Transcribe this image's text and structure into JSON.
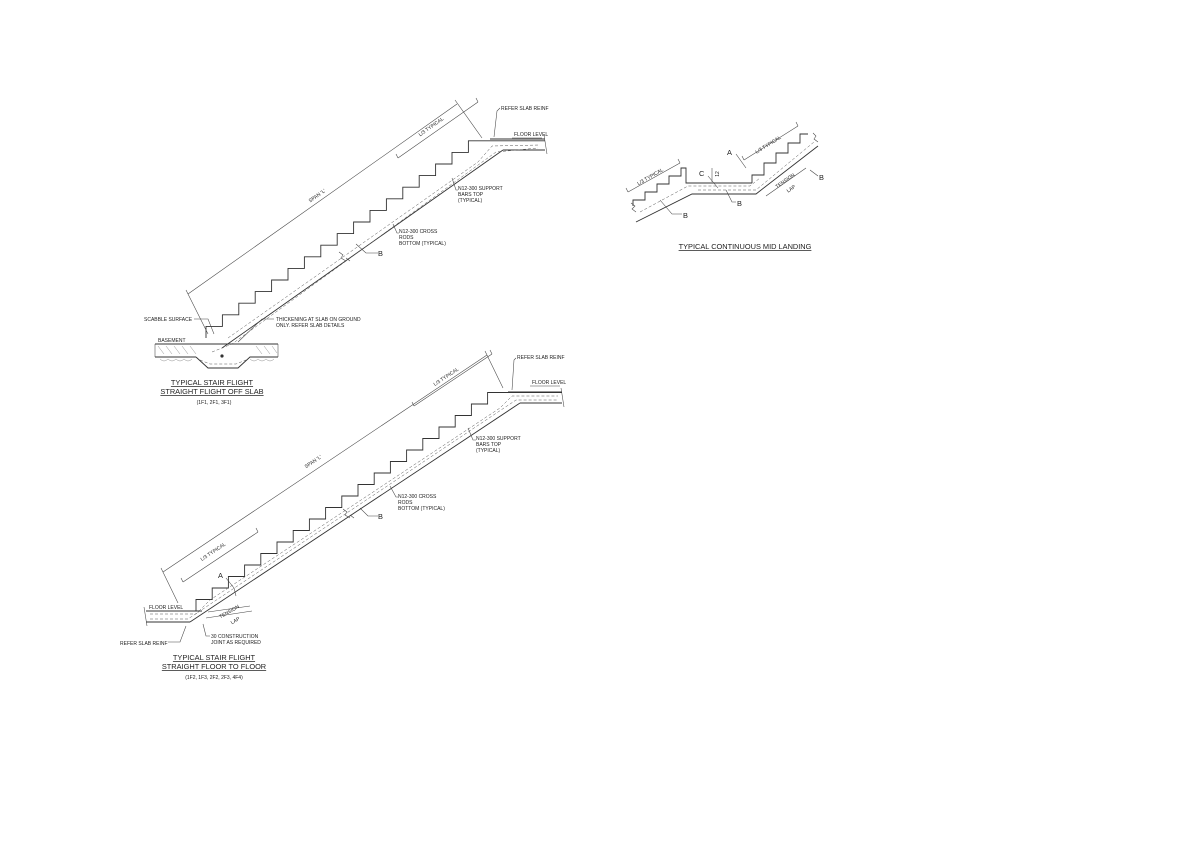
{
  "labels": {
    "refer_slab_reinf": "REFER SLAB REINF",
    "floor_level": "FLOOR LEVEL",
    "l3_typical": "L/3 TYPICAL",
    "span_l": "SPAN 'L'",
    "support_bars": [
      "N12-300 SUPPORT",
      "BARS TOP",
      "(TYPICAL)"
    ],
    "cross_rods": [
      "N12-300 CROSS",
      "RODS",
      "BOTTOM (TYPICAL)"
    ],
    "scabble_surface": "SCABBLE SURFACE",
    "thickening": [
      "THICKENING AT SLAB ON GROUND",
      "ONLY. REFER SLAB DETAILS"
    ],
    "basement": "BASEMENT",
    "tension": "TENSION",
    "lap": "LAP",
    "construction_joint": [
      "30 CONSTRUCTION",
      "JOINT AS REQUIRED"
    ],
    "dim_12": "12",
    "bar_a": "A",
    "bar_b": "B",
    "bar_c": "C"
  },
  "details": {
    "flight_off_slab": {
      "title_line1": "TYPICAL STAIR FLIGHT",
      "title_line2": "STRAIGHT FLIGHT OFF SLAB",
      "refs": "(1F1, 2F1, 3F1)"
    },
    "floor_to_floor": {
      "title_line1": "TYPICAL STAIR FLIGHT",
      "title_line2": "STRAIGHT FLOOR TO FLOOR",
      "refs": "(1F2, 1F3, 2F2, 2F3, 4F4)"
    },
    "mid_landing": {
      "title": "TYPICAL CONTINUOUS MID LANDING"
    }
  },
  "colors": {
    "line": "#333333",
    "text": "#222222",
    "paper": "#ffffff"
  }
}
